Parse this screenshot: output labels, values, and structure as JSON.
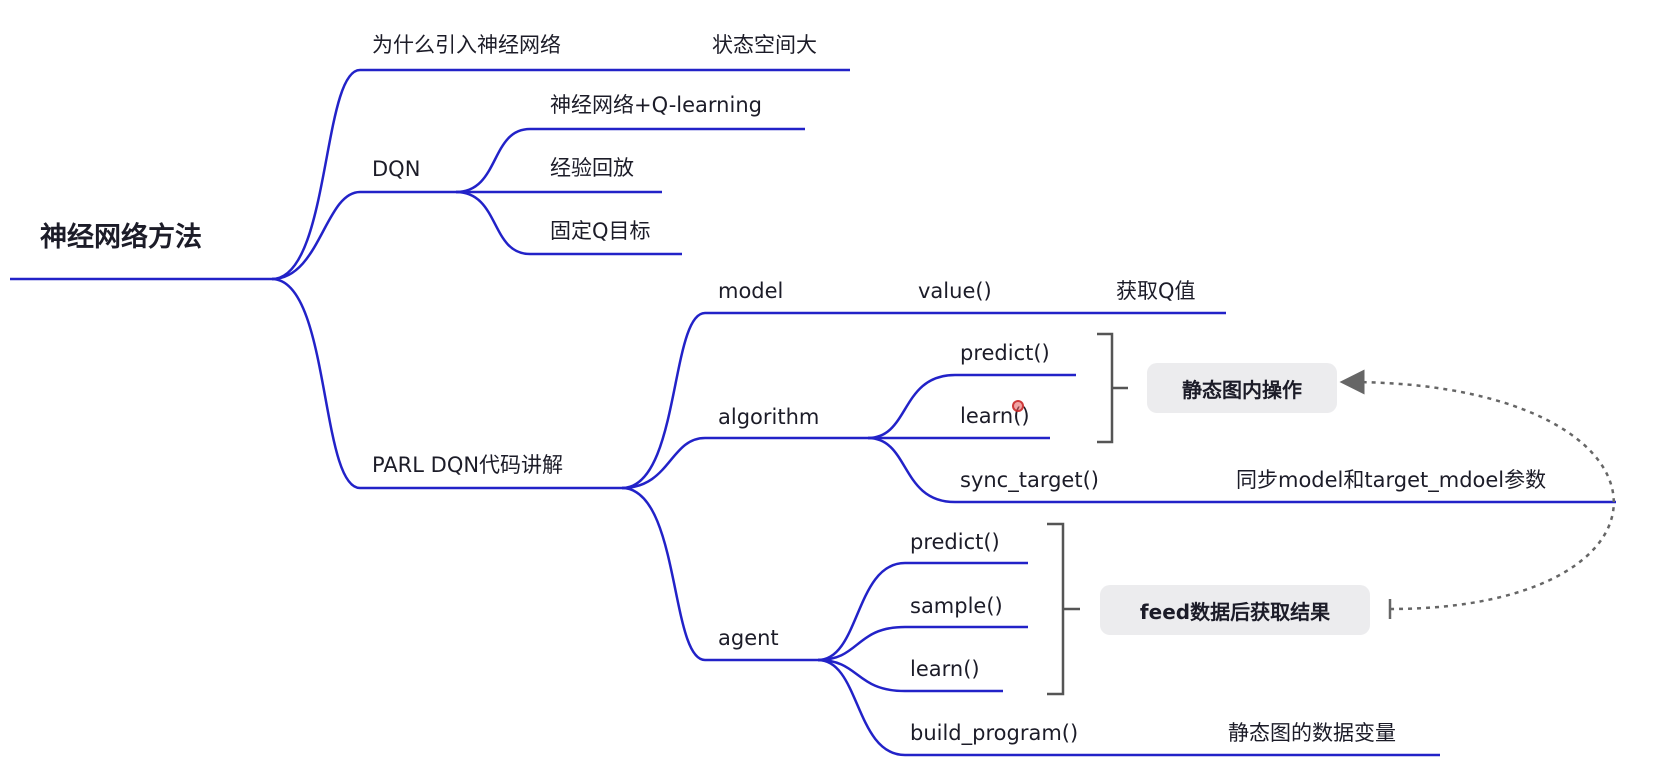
{
  "colors": {
    "edge": "#2222c8",
    "bracket": "#555555",
    "dashed": "#666666",
    "box_bg": "#ececee"
  },
  "root": {
    "label": "神经网络方法"
  },
  "branches": {
    "why": {
      "label": "为什么引入神经网络",
      "note": "状态空间大"
    },
    "dqn": {
      "label": "DQN",
      "children": [
        "神经网络+Q-learning",
        "经验回放",
        "固定Q目标"
      ]
    },
    "parl": {
      "label": "PARL DQN代码讲解",
      "model": {
        "label": "model",
        "method": "value()",
        "note": "获取Q值"
      },
      "algorithm": {
        "label": "algorithm",
        "predict": "predict()",
        "learn": "learn()",
        "sync": "sync_target()",
        "sync_note": "同步model和target_mdoel参数"
      },
      "agent": {
        "label": "agent",
        "predict": "predict()",
        "sample": "sample()",
        "learn": "learn()",
        "build": "build_program()",
        "build_note": "静态图的数据变量"
      }
    }
  },
  "callouts": {
    "static_graph": "静态图内操作",
    "feed": "feed数据后获取结果"
  }
}
